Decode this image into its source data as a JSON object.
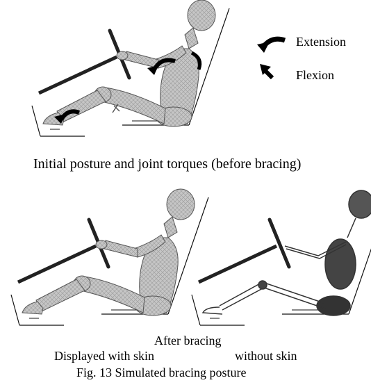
{
  "legend": {
    "extension_label": "Extension",
    "flexion_label": "Flexion"
  },
  "captions": {
    "top_panel": "Initial posture and joint torques (before bracing)",
    "after_bracing": "After bracing",
    "with_skin": "Displayed with skin",
    "without_skin": "without skin",
    "figure": "Fig. 13 Simulated bracing posture"
  },
  "colors": {
    "skin_fill": "#c9c9c9",
    "skin_stroke": "#555555",
    "ink": "#111111",
    "skeleton": "#333333"
  }
}
